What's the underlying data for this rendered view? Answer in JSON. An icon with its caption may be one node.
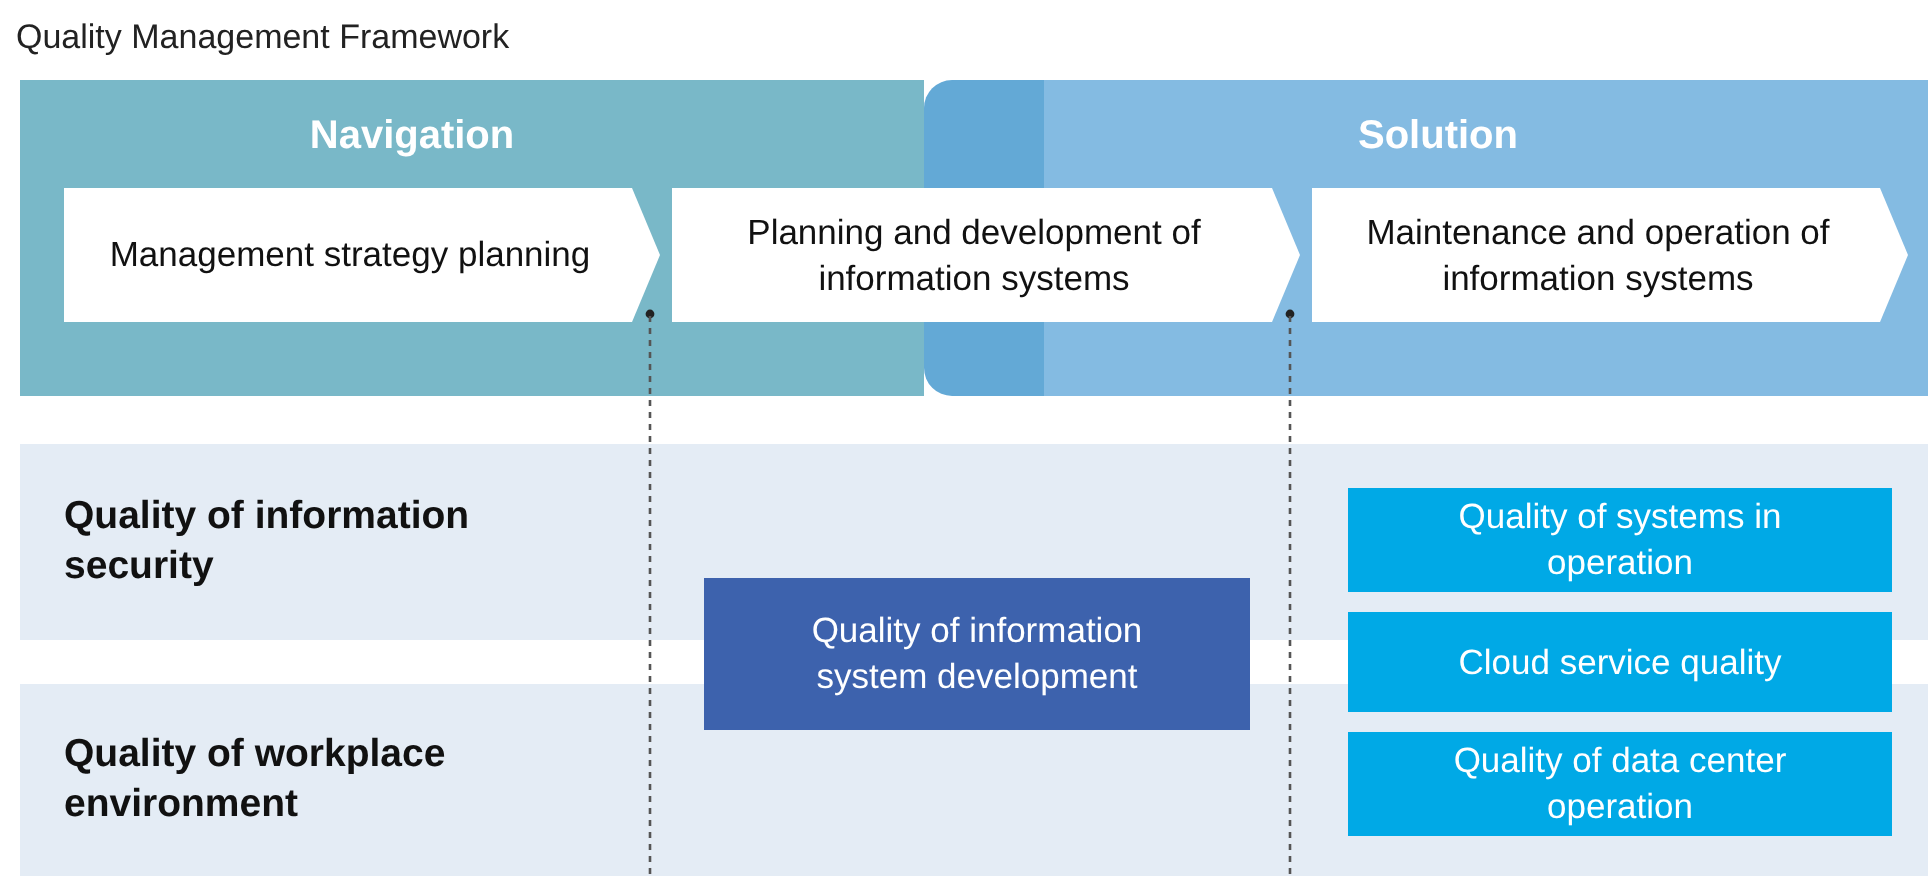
{
  "diagram": {
    "title": "Quality Management Framework",
    "nodes": [
      {
        "text": [
          "Navigation"
        ]
      },
      {
        "text": [
          "Management strategy planning"
        ],
        "in": 0
      },
      {
        "text": [
          "Planning and development of information systems"
        ]
      },
      {
        "text": [
          "Solution"
        ]
      },
      {
        "text": [
          "Maintenance and operation of information systems"
        ],
        "in": 3
      },
      {
        "text": [
          "Quality of information security"
        ]
      },
      {
        "text": [
          "Quality of systems in operation"
        ],
        "in": 5
      },
      {
        "text": [
          "Quality of information system development"
        ]
      },
      {
        "text": [
          "Cloud service quality"
        ]
      },
      {
        "text": [
          "Quality of workplace environment"
        ]
      },
      {
        "text": [
          "Quality of data center operation"
        ],
        "in": 9
      }
    ]
  }
}
